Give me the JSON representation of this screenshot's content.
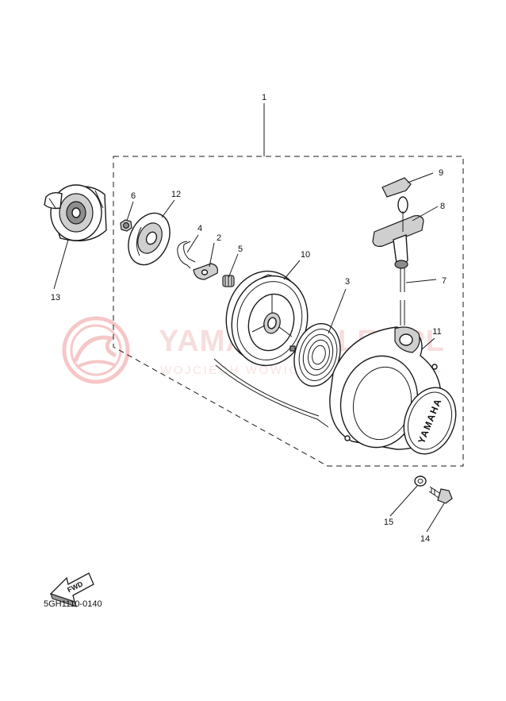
{
  "watermark": {
    "title": "YAMAHASKLEP.PL",
    "subtitle": "WOJCIECH WOWICZ DEALER YAMAHA",
    "color": "#e04848"
  },
  "fwd_arrow": {
    "label": "FWD"
  },
  "diagram_code": "5GH1110-0140",
  "emblem_text": "YAMAHA",
  "callouts": {
    "p1": "1",
    "p2": "2",
    "p3": "3",
    "p4": "4",
    "p5": "5",
    "p6": "6",
    "p7": "7",
    "p8": "8",
    "p9": "9",
    "p10": "10",
    "p11": "11",
    "p12": "12",
    "p13": "13",
    "p14": "14",
    "p15": "15"
  }
}
